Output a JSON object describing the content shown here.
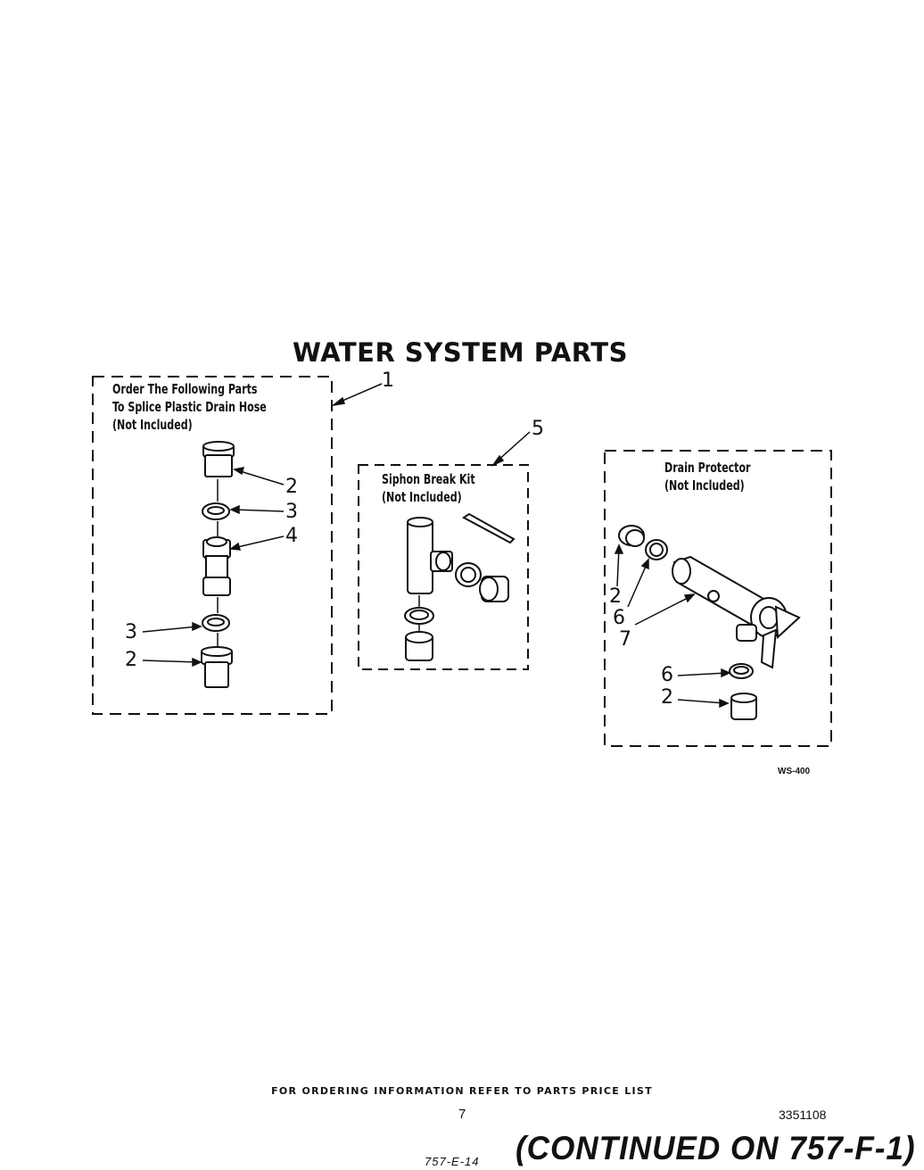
{
  "title": "WATER SYSTEM PARTS",
  "groups": {
    "splice": {
      "line1": "Order The Following Parts",
      "line2": "To Splice Plastic Drain Hose",
      "line3": "(Not Included)",
      "callout": "1"
    },
    "siphon": {
      "line1": "Siphon Break Kit",
      "line2": "(Not Included)",
      "callout": "5"
    },
    "drain": {
      "line1": "Drain Protector",
      "line2": "(Not Included)"
    }
  },
  "part_labels": {
    "splice_top_2": "2",
    "splice_top_3": "3",
    "splice_4": "4",
    "splice_bottom_3": "3",
    "splice_bottom_2": "2",
    "drain_2a": "2",
    "drain_6a": "6",
    "drain_7": "7",
    "drain_6b": "6",
    "drain_2b": "2"
  },
  "figure_code": "WS-400",
  "footer": {
    "ordering_note": "FOR ORDERING INFORMATION REFER TO PARTS PRICE LIST",
    "page_number": "7",
    "document_number": "3351108",
    "handwritten_ref": "757-E-14",
    "continued": "(CONTINUED ON 757-F-1)"
  }
}
